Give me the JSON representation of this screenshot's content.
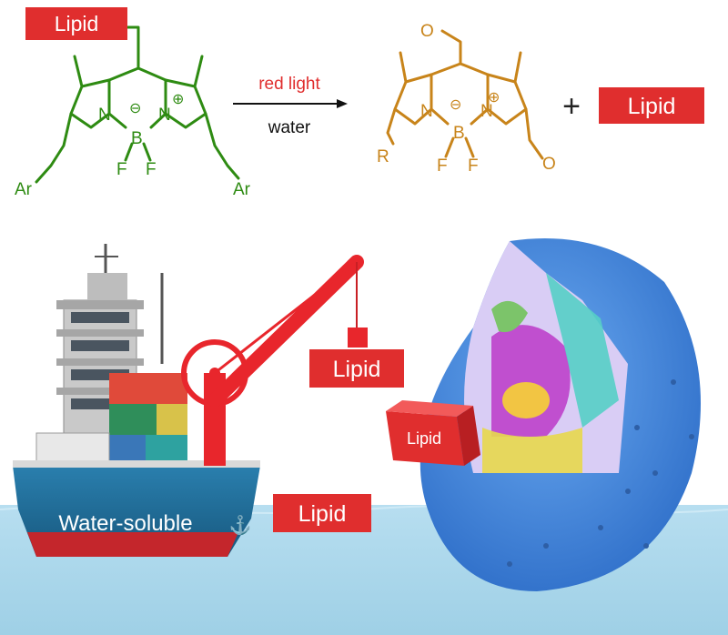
{
  "reaction": {
    "reactant_tag": "Lipid",
    "product_tag": "Lipid",
    "arrow_top": "red light",
    "arrow_bottom": "water",
    "plus": "+",
    "reactant_atoms": {
      "n_left": "N",
      "n_right": "N",
      "boron": "B",
      "f1": "F",
      "f2": "F",
      "ar_left": "Ar",
      "ar_right": "Ar",
      "minus": "⊖",
      "plus": "⊕"
    },
    "product_atoms": {
      "n_left": "N",
      "n_right": "N",
      "boron": "B",
      "f1": "F",
      "f2": "F",
      "r_group": "R",
      "o_top": "O",
      "o_right": "O",
      "minus": "⊖",
      "plus": "⊕"
    },
    "colors": {
      "reactant": "#2e8b12",
      "product": "#c8841a",
      "tag": "#e02e2e",
      "arrow": "#111111"
    }
  },
  "scene": {
    "crane_cargo_label": "Lipid",
    "block_label": "Lipid",
    "released_label": "Lipid",
    "hull_label": "Water-soluble",
    "anchor_icon": "anchor-icon",
    "colors": {
      "sea": "#a9d6ea",
      "hull_top": "#1e6f99",
      "hull_bottom": "#c4262c",
      "crane": "#e8262c",
      "cell": "#4f8fe3"
    }
  }
}
